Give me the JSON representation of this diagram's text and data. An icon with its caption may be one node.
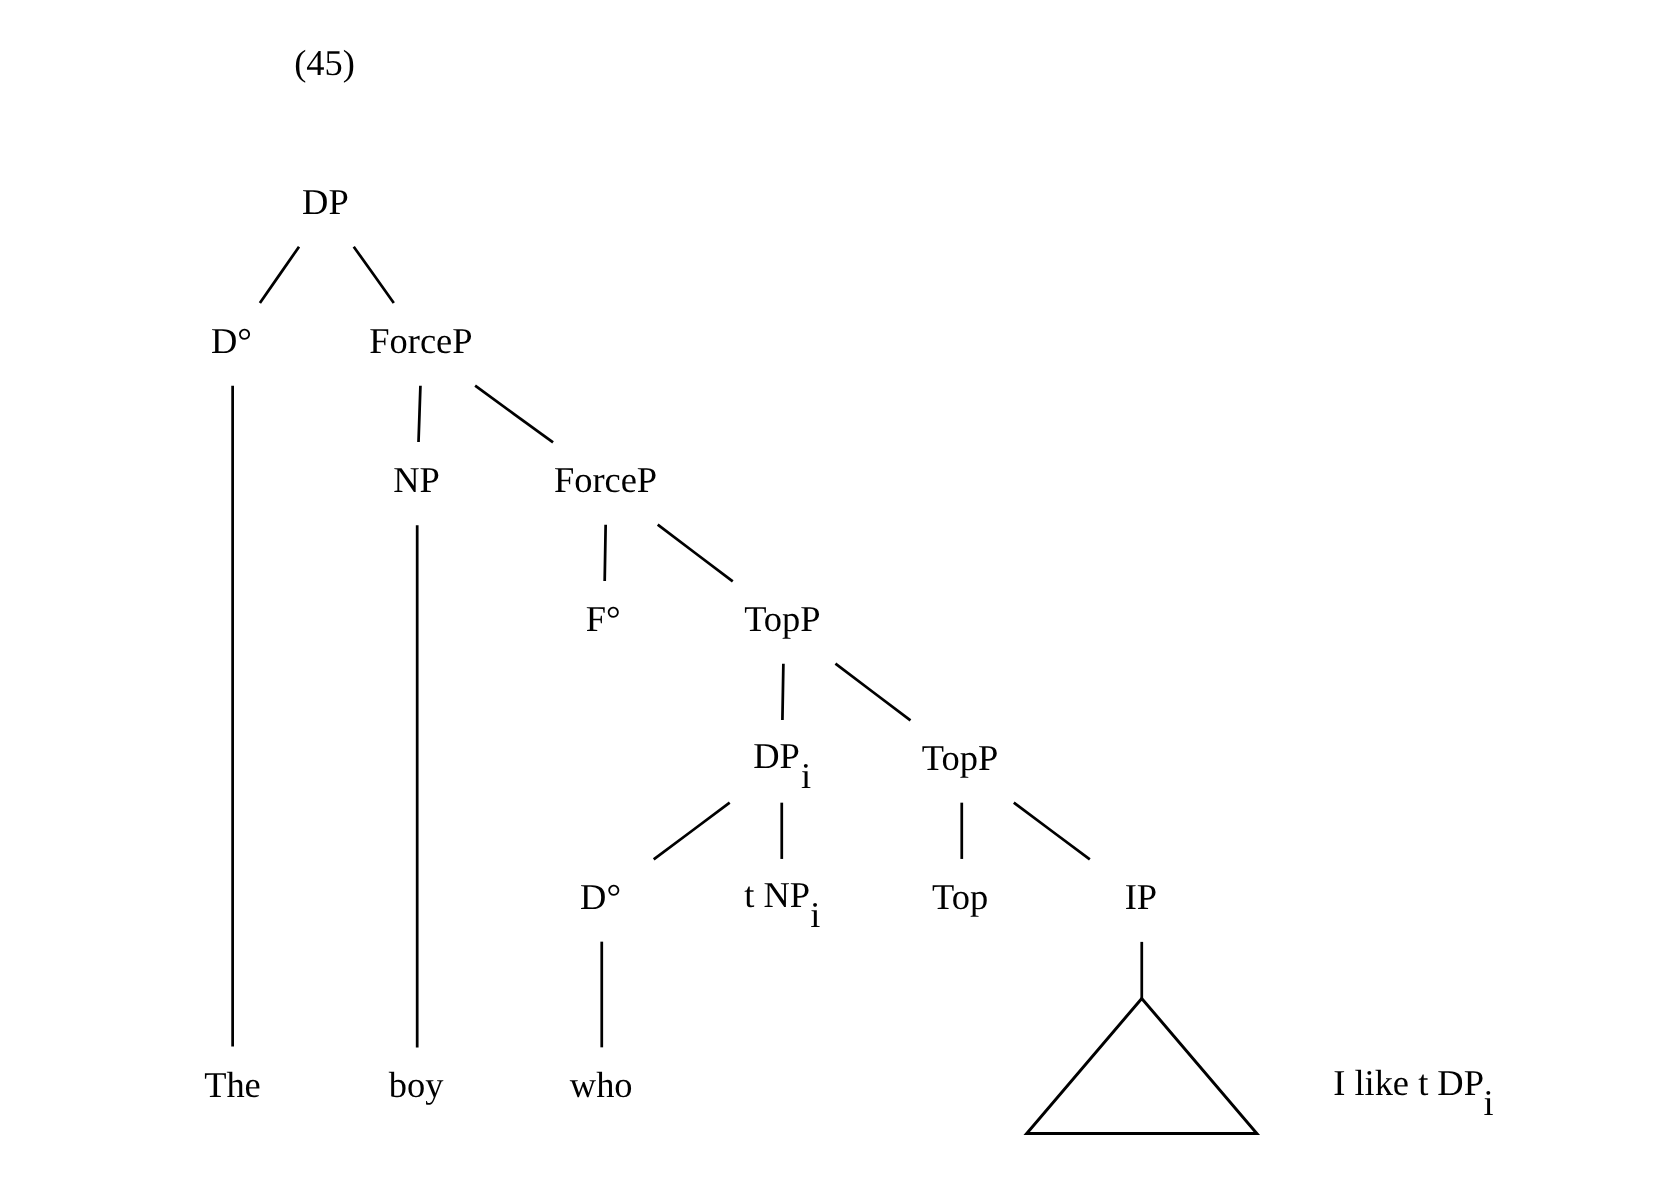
{
  "diagram": {
    "nodes": [
      {
        "text": [
          "DP"
        ]
      },
      {
        "text": [
          "D°"
        ]
      },
      {
        "text": [
          "ForceP"
        ]
      },
      {
        "text": [
          "NP"
        ]
      },
      {
        "text": [
          "ForceP"
        ]
      },
      {
        "text": [
          "F°"
        ]
      },
      {
        "text": [
          "TopP"
        ]
      },
      {
        "text": [
          "DP$_{i}$"
        ]
      },
      {
        "text": [
          "TopP"
        ]
      },
      {
        "text": [
          "D°"
        ]
      },
      {
        "text": [
          "t NP$_{i}$"
        ]
      },
      {
        "text": [
          "Top"
        ]
      },
      {
        "text": [
          "IP"
        ]
      },
      {
        "text": [],
        "shape": "triangle"
      },
      {
        "text": [
          "The"
        ]
      },
      {
        "text": [
          "boy"
        ]
      },
      {
        "text": [
          "who"
        ]
      },
      {
        "text": [
          "I like t DP$_{i}$"
        ]
      }
    ],
    "edges": [
      {
        "from": 0,
        "to": 1,
        "arrow": "none"
      },
      {
        "from": 0,
        "to": 2,
        "arrow": "none"
      },
      {
        "from": 2,
        "to": 3,
        "arrow": "none"
      },
      {
        "from": 2,
        "to": 4,
        "arrow": "none"
      },
      {
        "from": 4,
        "to": 5,
        "arrow": "none"
      },
      {
        "from": 4,
        "to": 6,
        "arrow": "none"
      },
      {
        "from": 6,
        "to": 7,
        "arrow": "none"
      },
      {
        "from": 6,
        "to": 8,
        "arrow": "none"
      },
      {
        "from": 7,
        "to": 9,
        "arrow": "none"
      },
      {
        "from": 7,
        "to": 10,
        "arrow": "none"
      },
      {
        "from": 8,
        "to": 11,
        "arrow": "none"
      },
      {
        "from": 8,
        "to": 12,
        "arrow": "none"
      },
      {
        "from": 12,
        "to": 13,
        "arrow": "none"
      },
      {
        "from": 1,
        "to": 14,
        "arrow": "none"
      },
      {
        "from": 3,
        "to": 15,
        "arrow": "none"
      },
      {
        "from": 9,
        "to": 16,
        "arrow": "none"
      }
    ],
    "labels": [
      "(45)"
    ]
  }
}
